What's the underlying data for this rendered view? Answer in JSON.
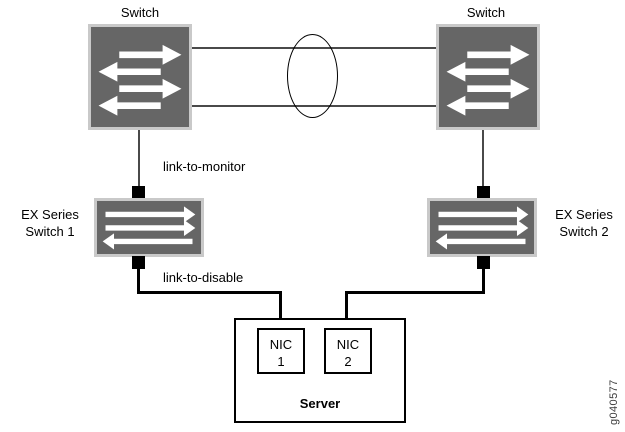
{
  "diagram": {
    "title_watermark": "g040577",
    "nodes": {
      "core_switch_left": {
        "label": "Switch",
        "icon": "switch-icon"
      },
      "core_switch_right": {
        "label": "Switch",
        "icon": "switch-icon"
      },
      "ex_switch_1": {
        "label_line1": "EX Series",
        "label_line2": "Switch 1",
        "icon": "switch-icon"
      },
      "ex_switch_2": {
        "label_line1": "EX Series",
        "label_line2": "Switch 2",
        "icon": "switch-icon"
      },
      "server": {
        "label": "Server"
      },
      "nic1": {
        "label_line1": "NIC",
        "label_line2": "1"
      },
      "nic2": {
        "label_line1": "NIC",
        "label_line2": "2"
      },
      "cloud": {
        "icon": "network-cloud-icon"
      }
    },
    "links": {
      "link_to_monitor": "link-to-monitor",
      "link_to_disable": "link-to-disable"
    },
    "colors": {
      "switch_fill": "#666666",
      "switch_border": "#c9c9c9",
      "arrow": "#ffffff",
      "wire": "#000000",
      "trunk_line": "#4a4a4a"
    }
  }
}
